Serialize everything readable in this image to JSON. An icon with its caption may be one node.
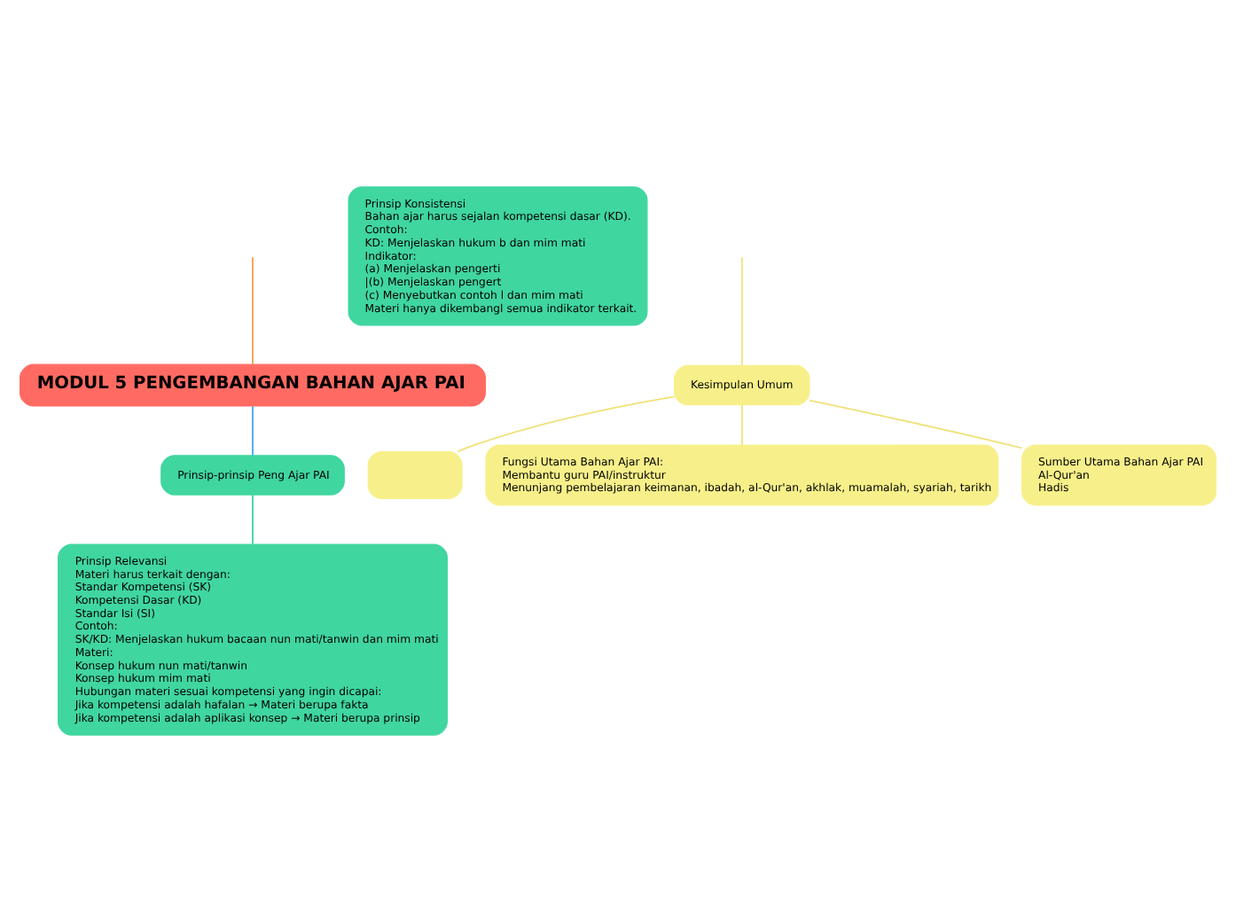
{
  "diagram": {
    "nodes": [
      {
        "text": [
          "MODUL 5 PENGEMBANGAN BAHAN AJAR PAI"
        ]
      },
      {
        "text": [
          "Prinsip-prinsip Peng Ajar PAI"
        ]
      },
      {
        "text": [
          "Prinsip Relevansi",
          "Materi harus terkait dengan:",
          "Standar Kompetensi (SK)",
          "Kompetensi Dasar (KD)",
          "Standar Isi (SI)",
          "Contoh:",
          "SK/KD: Menjelaskan hukum bacaan nun mati/tanwin dan mim mati",
          "Materi:",
          "Konsep hukum nun mati/tanwin",
          "Konsep hukum mim mati",
          "Hubungan materi sesuai kompetensi yang ingin dicapai:",
          "Jika kompetensi adalah hafalan → Materi berupa fakta",
          "Jika kompetensi adalah aplikasi konsep → Materi berupa prinsip"
        ]
      },
      {
        "text": [
          "Prinsip Konsistensi",
          "Bahan ajar harus sejalan kompetensi dasar (KD).",
          "Contoh:",
          "KD: Menjelaskan hukum b dan mim mati",
          "Indikator:",
          "(a) Menjelaskan pengerti",
          "|(b) Menjelaskan pengert",
          "(c) Menyebutkan contoh l dan mim mati",
          "Materi hanya dikembangl semua indikator terkait."
        ]
      },
      {
        "text": [
          "Kesimpulan Umum"
        ]
      },
      {
        "text": [],
        "shape": "box"
      },
      {
        "text": [
          "Fungsi Utama Bahan Ajar PAI:",
          "Membantu guru PAI/instruktur",
          "Menunjang pembelajaran keimanan, ibadah, al-Qur'an, akhlak, muamalah, syariah, tarikh"
        ]
      },
      {
        "text": [
          "Sumber Utama Bahan Ajar PAI",
          "Al-Qur'an",
          "Hadis"
        ]
      }
    ],
    "edges": [
      {
        "from": null,
        "to": 0,
        "arrow": "none",
        "color": "#f6a04d"
      },
      {
        "from": 0,
        "to": 1,
        "arrow": "none",
        "color": "#4aa8e8"
      },
      {
        "from": 1,
        "to": 2,
        "arrow": "none",
        "color": "#40d6a0"
      },
      {
        "from": null,
        "to": 4,
        "arrow": "none"
      },
      {
        "from": 4,
        "to": 5,
        "arrow": "none"
      },
      {
        "from": 4,
        "to": 6,
        "arrow": "none"
      },
      {
        "from": 4,
        "to": 7,
        "arrow": "none"
      }
    ]
  }
}
